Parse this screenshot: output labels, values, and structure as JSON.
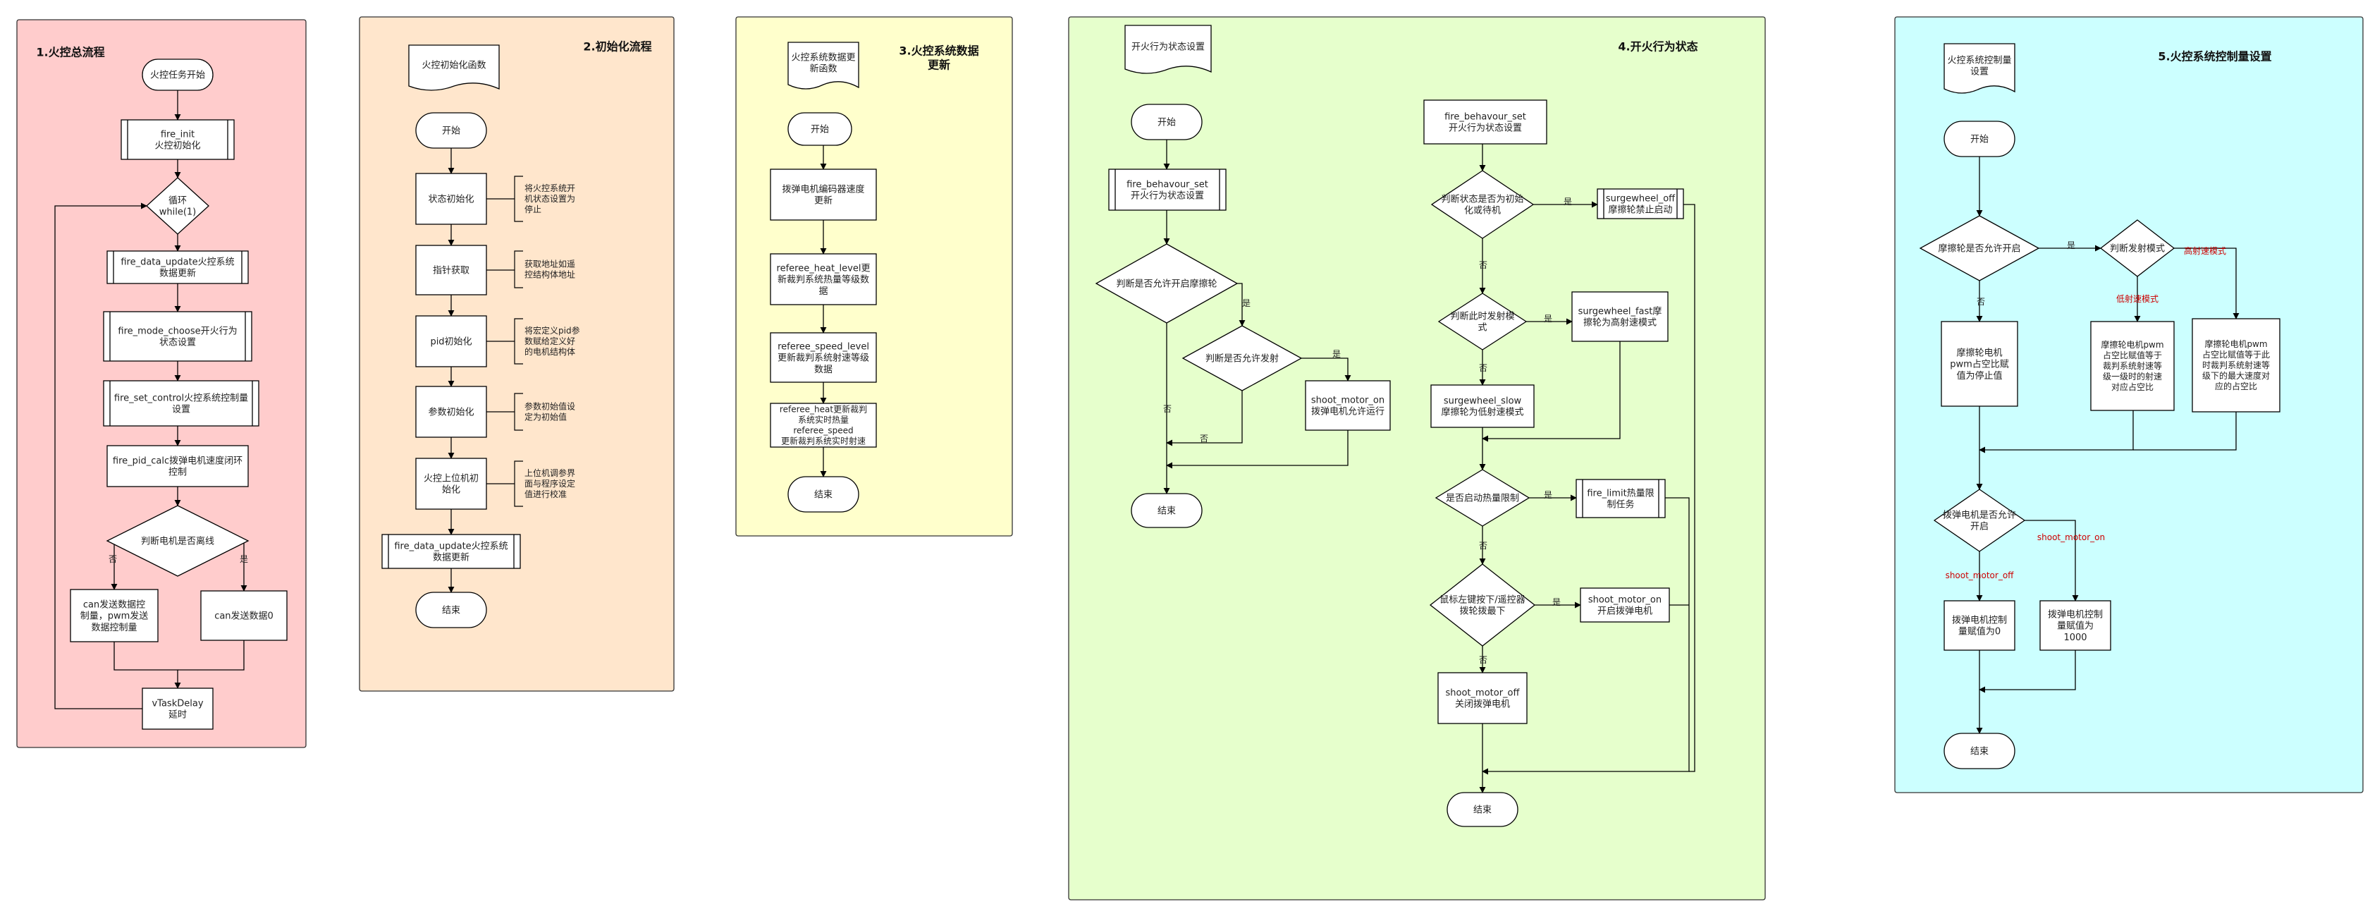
{
  "colors": {
    "panel1": "#ffcccc",
    "panel2": "#ffe6cc",
    "panel3": "#ffffcc",
    "panel4": "#e6ffcc",
    "panel5": "#ccffff",
    "stroke": "#000000",
    "label_red": "#cc0000"
  },
  "panel1": {
    "title": "1.火控总流程",
    "start": "火控任务开始",
    "init": [
      "fire_init",
      "火控初始化"
    ],
    "loop": [
      "循环",
      "while(1)"
    ],
    "data_update": [
      "fire_data_update火控系统",
      "数据更新"
    ],
    "mode_choose": [
      "fire_mode_choose开火行为",
      "状态设置"
    ],
    "set_control": [
      "fire_set_control火控系统控制量",
      "设置"
    ],
    "pid_calc": [
      "fire_pid_calc拨弹电机速度闭环",
      "控制"
    ],
    "judge_offline": "判断电机是否离线",
    "no": "否",
    "yes": "是",
    "can_send": [
      "can发送数据控",
      "制量，pwm发送",
      "数据控制量"
    ],
    "can_zero": "can发送数据0",
    "delay": [
      "vTaskDelay",
      "延时"
    ]
  },
  "panel2": {
    "title": "2.初始化流程",
    "doc": "火控初始化函数",
    "start": "开始",
    "state_init": "状态初始化",
    "state_note": [
      "将火控系统开",
      "机状态设置为",
      "停止"
    ],
    "ptr_get": "指针获取",
    "ptr_note": [
      "获取地址如遥",
      "控结构体地址"
    ],
    "pid_init": "pid初始化",
    "pid_note": [
      "将宏定义pid参",
      "数赋给定义好",
      "的电机结构体"
    ],
    "param_init": "参数初始化",
    "param_note": [
      "参数初始值设",
      "定为初始值"
    ],
    "upper_init": [
      "火控上位机初",
      "始化"
    ],
    "upper_note": [
      "上位机调参界",
      "面与程序设定",
      "值进行校准"
    ],
    "data_update": [
      "fire_data_update火控系统",
      "数据更新"
    ],
    "end": "结束"
  },
  "panel3": {
    "title": [
      "3.火控系统数据",
      "更新"
    ],
    "doc": [
      "火控系统数据更",
      "新函数"
    ],
    "start": "开始",
    "encoder": [
      "拨弹电机编码器速度",
      "更新"
    ],
    "heat_level": [
      "referee_heat_level更",
      "新裁判系统热量等级数",
      "据"
    ],
    "speed_level": [
      "referee_speed_level",
      "更新裁判系统射速等级",
      "数据"
    ],
    "heat_speed": [
      "referee_heat更新裁判",
      "系统实时热量",
      "referee_speed",
      "更新裁判系统实时射速"
    ],
    "end": "结束"
  },
  "panel4": {
    "title": "4.开火行为状态",
    "doc": "开火行为状态设置",
    "start": "开始",
    "behaviour_set_proc": [
      "fire_behavour_set",
      "开火行为状态设置"
    ],
    "judge_allow_fric": "判断是否允许开启摩擦轮",
    "judge_allow_fire": "判断是否允许发射",
    "yes": "是",
    "no": "否",
    "motor_on_allow": [
      "shoot_motor_on",
      "拨弹电机允许运行"
    ],
    "end_left": "结束",
    "behaviour_set_right": [
      "fire_behavour_set",
      "开火行为状态设置"
    ],
    "judge_init_state": [
      "判断状态是否为初始",
      "化或待机"
    ],
    "surge_off": [
      "surgewheel_off",
      "摩擦轮禁止启动"
    ],
    "judge_mode": [
      "判断此时发射模",
      "式"
    ],
    "surge_fast": [
      "surgewheel_fast摩",
      "擦轮为高射速模式"
    ],
    "surge_slow": [
      "surgewheel_slow",
      "摩擦轮为低射速模式"
    ],
    "judge_heat_limit": "是否启动热量限制",
    "fire_limit": [
      "fire_limit热量限",
      "制任务"
    ],
    "judge_mouse": [
      "鼠标左键按下/遥控器",
      "拨轮拨最下"
    ],
    "motor_on_start": [
      "shoot_motor_on",
      "开启拨弹电机"
    ],
    "motor_off": [
      "shoot_motor_off",
      "关闭拨弹电机"
    ],
    "end_right": "结束"
  },
  "panel5": {
    "title": "5.火控系统控制量设置",
    "doc": [
      "火控系统控制量",
      "设置"
    ],
    "start": "开始",
    "judge_fric": "摩擦轮是否允许开启",
    "yes": "是",
    "no": "否",
    "judge_fire_mode": "判断发射模式",
    "low_speed": "低射速模式",
    "high_speed": "高射速模式",
    "fric_zero": [
      "摩擦轮电机",
      "pwm占空比赋",
      "值为停止值"
    ],
    "fric_low": [
      "摩擦轮电机pwm",
      "占空比赋值等于",
      "裁判系统射速等",
      "级一级时的射速",
      "对应占空比"
    ],
    "fric_high": [
      "摩擦轮电机pwm",
      "占空比赋值等于此",
      "时裁判系统射速等",
      "级下的最大速度对",
      "应的占空比"
    ],
    "judge_motor": [
      "拨弹电机是否允许",
      "开启"
    ],
    "motor_off_label": "shoot_motor_off",
    "motor_on_label": "shoot_motor_on",
    "motor_zero": [
      "拨弹电机控制",
      "量赋值为0"
    ],
    "motor_1000": [
      "拨弹电机控制",
      "量赋值为",
      "1000"
    ],
    "end": "结束"
  }
}
